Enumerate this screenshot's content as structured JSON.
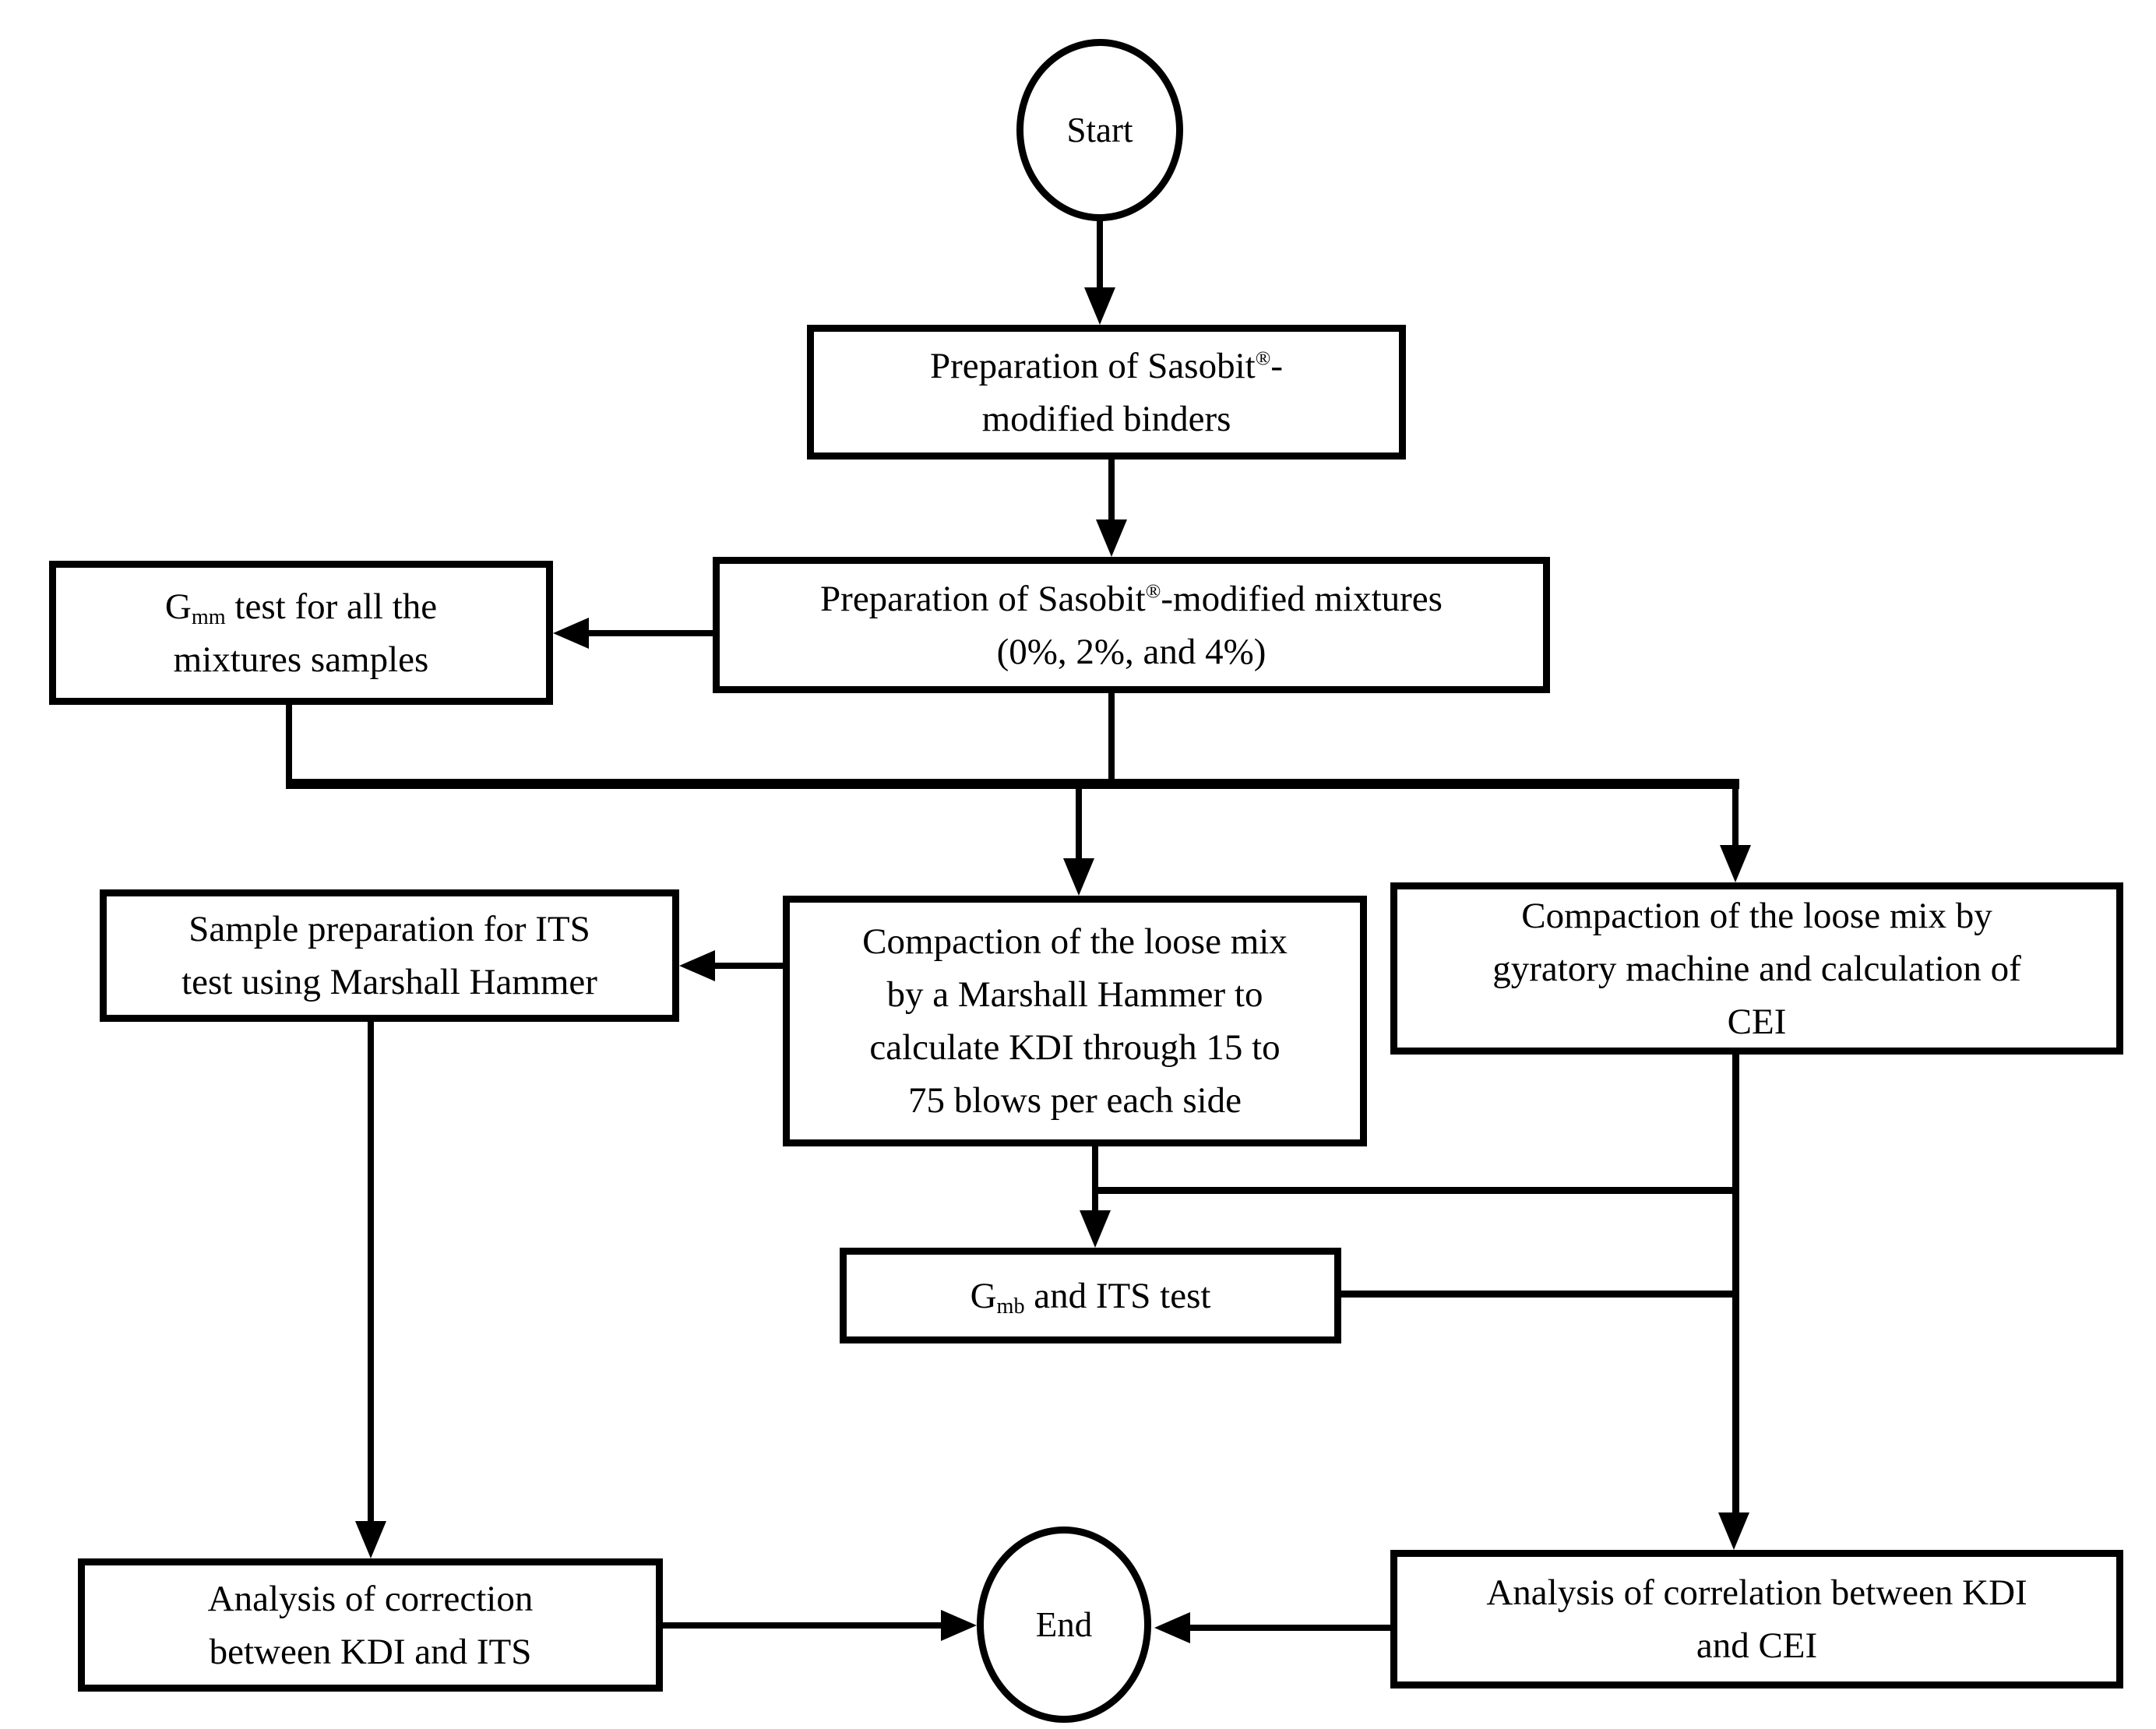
{
  "diagram": {
    "type": "flowchart",
    "colors": {
      "line": "#000000",
      "background": "#ffffff",
      "text": "#000000"
    },
    "nodes": {
      "start": {
        "label": "Start"
      },
      "prep_binders": {
        "lines": [
          [
            {
              "t": "Preparation of Sasobit"
            },
            {
              "t": "®",
              "s": "sup"
            },
            {
              "t": "-"
            }
          ],
          [
            {
              "t": "modified binders"
            }
          ]
        ]
      },
      "prep_mixtures": {
        "lines": [
          [
            {
              "t": "Preparation of Sasobit"
            },
            {
              "t": "®",
              "s": "sup"
            },
            {
              "t": "-modified mixtures"
            }
          ],
          [
            {
              "t": "(0%, 2%, and 4%)"
            }
          ]
        ]
      },
      "gmm_test": {
        "lines": [
          [
            {
              "t": "G"
            },
            {
              "t": "mm",
              "s": "sub"
            },
            {
              "t": " test for all the"
            }
          ],
          [
            {
              "t": "mixtures samples"
            }
          ]
        ]
      },
      "sample_prep": {
        "lines": [
          [
            {
              "t": "Sample preparation for ITS"
            }
          ],
          [
            {
              "t": "test using Marshall Hammer"
            }
          ]
        ]
      },
      "marshall_compaction": {
        "lines": [
          [
            {
              "t": "Compaction of the loose mix"
            }
          ],
          [
            {
              "t": "by a Marshall Hammer to"
            }
          ],
          [
            {
              "t": "calculate KDI through 15 to"
            }
          ],
          [
            {
              "t": "75 blows per each side"
            }
          ]
        ]
      },
      "gyratory_compaction": {
        "lines": [
          [
            {
              "t": "Compaction of the loose mix by"
            }
          ],
          [
            {
              "t": "gyratory machine and calculation of"
            }
          ],
          [
            {
              "t": "CEI"
            }
          ]
        ]
      },
      "gmb_its_test": {
        "lines": [
          [
            {
              "t": "G"
            },
            {
              "t": "mb",
              "s": "sub"
            },
            {
              "t": " and ITS test"
            }
          ]
        ]
      },
      "correction_analysis": {
        "lines": [
          [
            {
              "t": "Analysis of correction"
            }
          ],
          [
            {
              "t": "between KDI and ITS"
            }
          ]
        ]
      },
      "correlation_analysis": {
        "lines": [
          [
            {
              "t": "Analysis of correlation between KDI"
            }
          ],
          [
            {
              "t": "and CEI"
            }
          ]
        ]
      },
      "end": {
        "label": "End"
      }
    }
  }
}
